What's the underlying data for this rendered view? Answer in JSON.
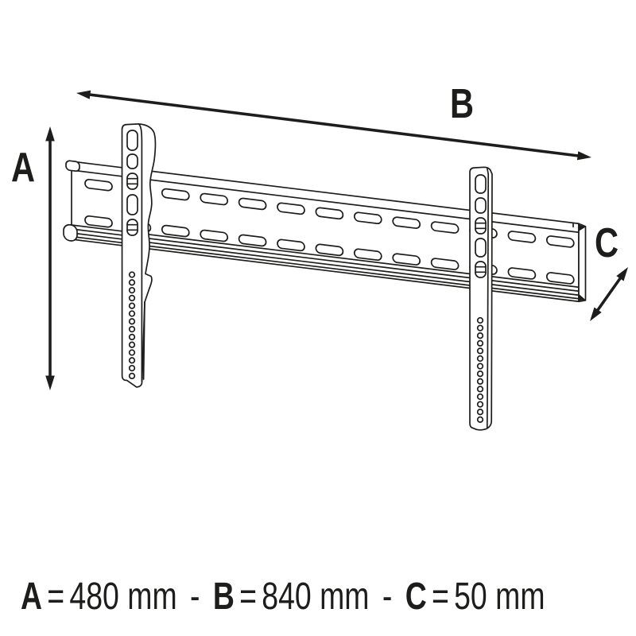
{
  "diagram": {
    "type": "technical-line-drawing",
    "subject": "Fixed TV wall-mount bracket with dimension arrows",
    "labels": {
      "a": "A",
      "b": "B",
      "c": "C"
    },
    "colors": {
      "line": "#1d1d1b",
      "background": "#ffffff"
    }
  },
  "legend": {
    "equals": "=",
    "separator": "-",
    "items": [
      {
        "label": "A",
        "value": "480 mm"
      },
      {
        "label": "B",
        "value": "840 mm"
      },
      {
        "label": "C",
        "value": "50 mm"
      }
    ]
  }
}
